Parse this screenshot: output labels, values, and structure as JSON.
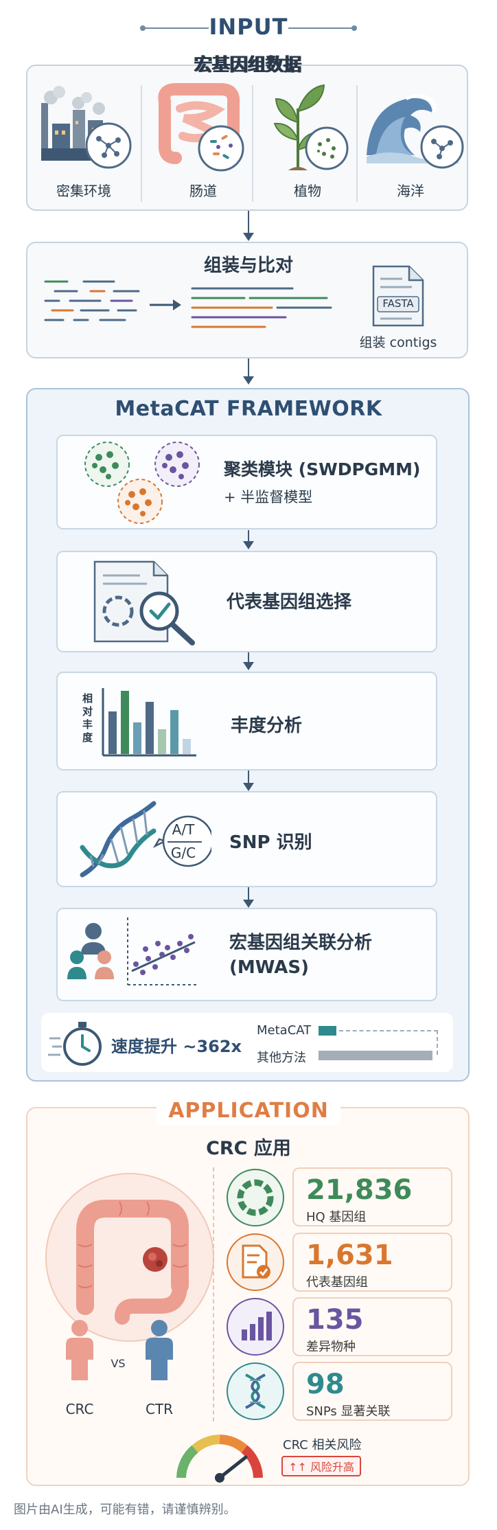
{
  "input": {
    "title": "INPUT",
    "box_title": "宏基因组数据",
    "sources": [
      {
        "label": "密集环境",
        "icon": "factory-icon"
      },
      {
        "label": "肠道",
        "icon": "intestine-icon"
      },
      {
        "label": "植物",
        "icon": "plant-icon"
      },
      {
        "label": "海洋",
        "icon": "ocean-wave-icon"
      }
    ]
  },
  "assembly": {
    "title": "组装与比对",
    "file_label": "FASTA",
    "output_label": "组装 contigs"
  },
  "framework": {
    "title": "MetaCAT FRAMEWORK",
    "steps": [
      {
        "title": "聚类模块 (SWDPGMM)",
        "subtitle": "+ 半监督模型"
      },
      {
        "title": "代表基因组选择"
      },
      {
        "title": "丰度分析",
        "axis_label": "相对丰度"
      },
      {
        "title": "SNP 识别",
        "allele_top": "A/T",
        "allele_bottom": "G/C"
      },
      {
        "title": "宏基因组关联分析",
        "title2": "(MWAS)"
      }
    ],
    "speed": {
      "label": "速度提升 ~362x",
      "ours": "MetaCAT",
      "others": "其他方法"
    }
  },
  "application": {
    "title": "APPLICATION",
    "subtitle": "CRC 应用",
    "vs": "VS",
    "group_a": "CRC",
    "group_b": "CTR",
    "stats": [
      {
        "value": "21,836",
        "label": "HQ 基因组",
        "color": "#3f8a5a"
      },
      {
        "value": "1,631",
        "label": "代表基因组",
        "color": "#d9772f"
      },
      {
        "value": "135",
        "label": "差异物种",
        "color": "#6a55a0"
      },
      {
        "value": "98",
        "label": "SNPs 显著关联",
        "color": "#2f8a8e"
      }
    ],
    "risk": {
      "label": "CRC 相关风险",
      "badge": "↑↑ 风险升高"
    }
  },
  "footer": "图片由AI生成，可能有错，请谨慎辨别。"
}
